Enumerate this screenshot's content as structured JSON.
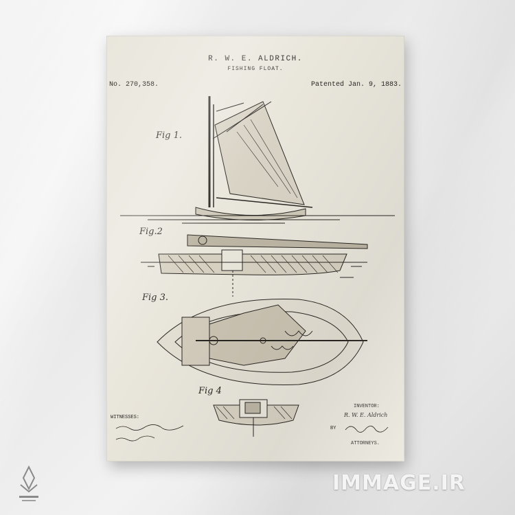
{
  "patent": {
    "title": "R. W. E. ALDRICH.",
    "subtitle": "FISHING FLOAT.",
    "number": "No. 270,358.",
    "date": "Patented Jan. 9, 1883."
  },
  "figures": {
    "fig1": "Fig 1.",
    "fig2": "Fig.2",
    "fig3": "Fig 3.",
    "fig4": "Fig 4"
  },
  "footer": {
    "witnesses_label": "WITNESSES:",
    "inventor_label": "INVENTOR:",
    "inventor_signature": "R. W. E. Aldrich",
    "by_label": "BY",
    "attorneys_label": "ATTORNEYS."
  },
  "watermark": "IMMAGE.IR",
  "colors": {
    "canvas": "#e9e6dc",
    "ink": "#2a2723"
  }
}
